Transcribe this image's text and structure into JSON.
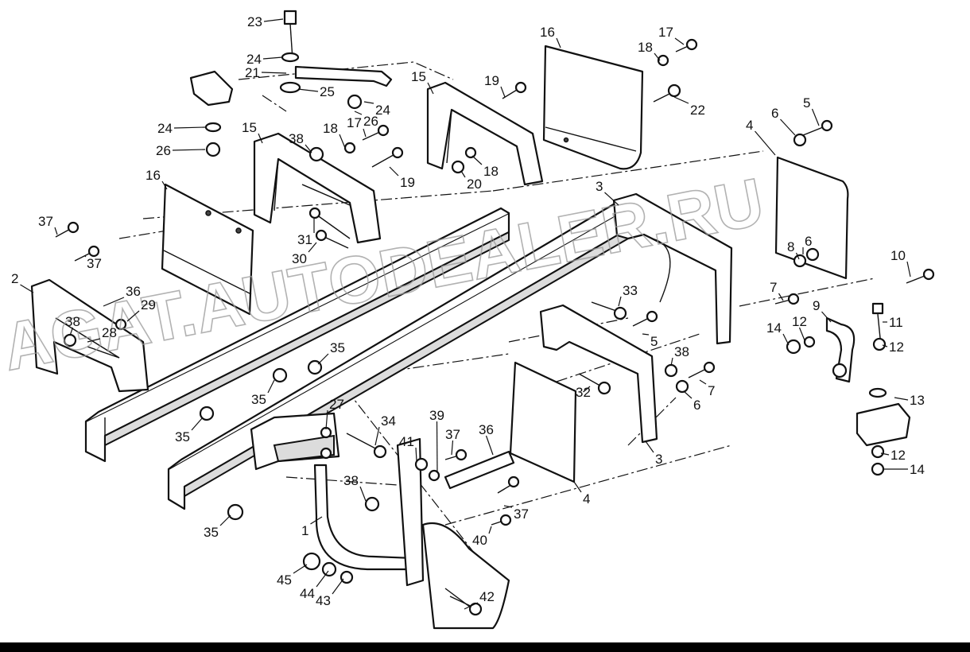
{
  "callouts": [
    {
      "id": "c1",
      "text": "1"
    },
    {
      "id": "c2",
      "text": "2"
    },
    {
      "id": "c3a",
      "text": "3"
    },
    {
      "id": "c3b",
      "text": "3"
    },
    {
      "id": "c4a",
      "text": "4"
    },
    {
      "id": "c4b",
      "text": "4"
    },
    {
      "id": "c5a",
      "text": "5"
    },
    {
      "id": "c5b",
      "text": "5"
    },
    {
      "id": "c6a",
      "text": "6"
    },
    {
      "id": "c6b",
      "text": "6"
    },
    {
      "id": "c6c",
      "text": "6"
    },
    {
      "id": "c7a",
      "text": "7"
    },
    {
      "id": "c7b",
      "text": "7"
    },
    {
      "id": "c8",
      "text": "8"
    },
    {
      "id": "c9",
      "text": "9"
    },
    {
      "id": "c10",
      "text": "10"
    },
    {
      "id": "c11",
      "text": "11"
    },
    {
      "id": "c12a",
      "text": "12"
    },
    {
      "id": "c12b",
      "text": "12"
    },
    {
      "id": "c12c",
      "text": "12"
    },
    {
      "id": "c13",
      "text": "13"
    },
    {
      "id": "c14a",
      "text": "14"
    },
    {
      "id": "c14b",
      "text": "14"
    },
    {
      "id": "c15a",
      "text": "15"
    },
    {
      "id": "c15b",
      "text": "15"
    },
    {
      "id": "c16a",
      "text": "16"
    },
    {
      "id": "c16b",
      "text": "16"
    },
    {
      "id": "c17a",
      "text": "17"
    },
    {
      "id": "c17b",
      "text": "17"
    },
    {
      "id": "c18a",
      "text": "18"
    },
    {
      "id": "c18b",
      "text": "18"
    },
    {
      "id": "c18c",
      "text": "18"
    },
    {
      "id": "c19a",
      "text": "19"
    },
    {
      "id": "c19b",
      "text": "19"
    },
    {
      "id": "c20",
      "text": "20"
    },
    {
      "id": "c21",
      "text": "21"
    },
    {
      "id": "c22",
      "text": "22"
    },
    {
      "id": "c23",
      "text": "23"
    },
    {
      "id": "c24a",
      "text": "24"
    },
    {
      "id": "c24b",
      "text": "24"
    },
    {
      "id": "c24c",
      "text": "24"
    },
    {
      "id": "c25",
      "text": "25"
    },
    {
      "id": "c26a",
      "text": "26"
    },
    {
      "id": "c26b",
      "text": "26"
    },
    {
      "id": "c27",
      "text": "27"
    },
    {
      "id": "c28",
      "text": "28"
    },
    {
      "id": "c29",
      "text": "29"
    },
    {
      "id": "c30",
      "text": "30"
    },
    {
      "id": "c31",
      "text": "31"
    },
    {
      "id": "c32",
      "text": "32"
    },
    {
      "id": "c33",
      "text": "33"
    },
    {
      "id": "c34",
      "text": "34"
    },
    {
      "id": "c35a",
      "text": "35"
    },
    {
      "id": "c35b",
      "text": "35"
    },
    {
      "id": "c35c",
      "text": "35"
    },
    {
      "id": "c35d",
      "text": "35"
    },
    {
      "id": "c36a",
      "text": "36"
    },
    {
      "id": "c36b",
      "text": "36"
    },
    {
      "id": "c37a",
      "text": "37"
    },
    {
      "id": "c37b",
      "text": "37"
    },
    {
      "id": "c37c",
      "text": "37"
    },
    {
      "id": "c37d",
      "text": "37"
    },
    {
      "id": "c38a",
      "text": "38"
    },
    {
      "id": "c38b",
      "text": "38"
    },
    {
      "id": "c38c",
      "text": "38"
    },
    {
      "id": "c38d",
      "text": "38"
    },
    {
      "id": "c39",
      "text": "39"
    },
    {
      "id": "c40",
      "text": "40"
    },
    {
      "id": "c41",
      "text": "41"
    },
    {
      "id": "c42",
      "text": "42"
    },
    {
      "id": "c43",
      "text": "43"
    },
    {
      "id": "c44",
      "text": "44"
    },
    {
      "id": "c45",
      "text": "45"
    }
  ],
  "watermark": "AGAT.AUTODEALER.RU",
  "colors": {
    "line": "#111111",
    "background": "#ffffff",
    "watermark": "#999999",
    "bar": "#000000"
  }
}
